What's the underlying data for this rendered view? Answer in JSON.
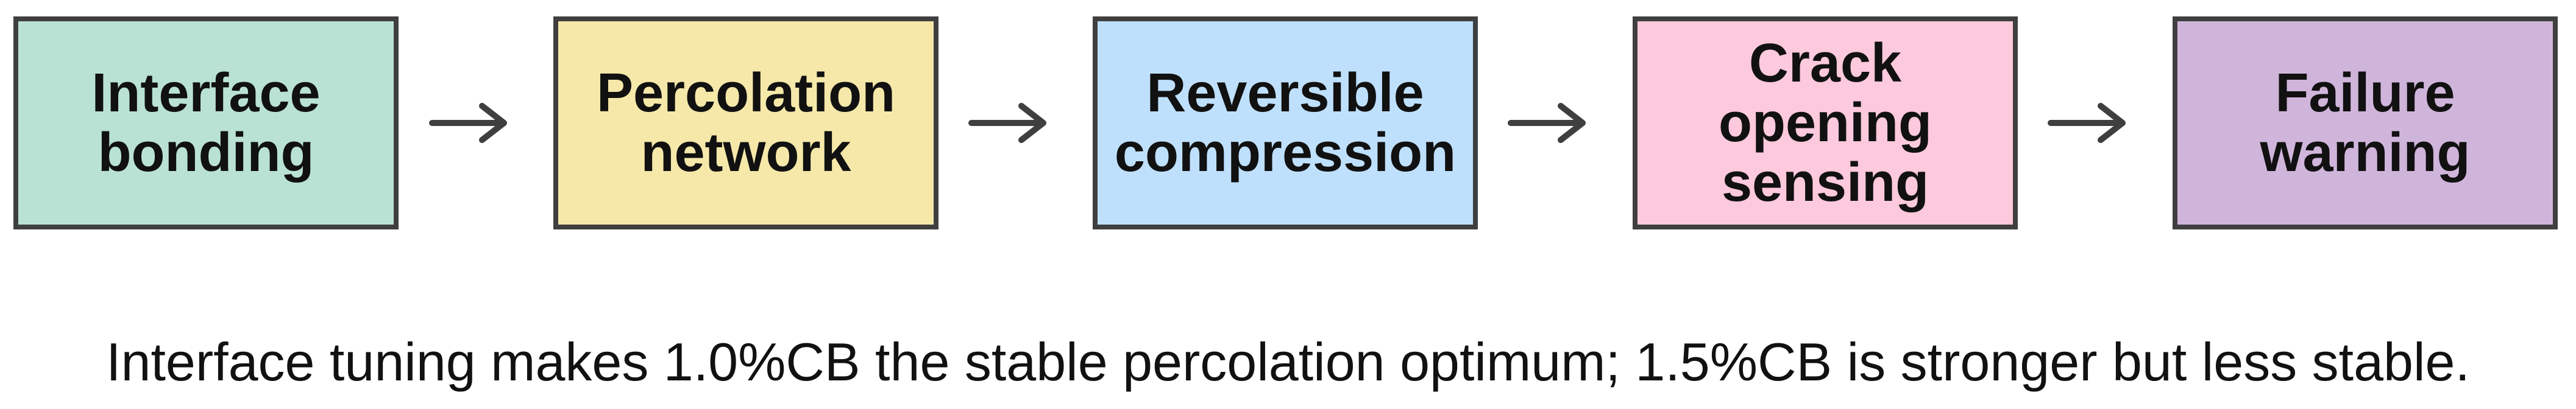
{
  "flow": {
    "steps": [
      {
        "label": "Interface\nbonding",
        "color": "#b9e2d4"
      },
      {
        "label": "Percolation\nnetwork",
        "color": "#f5e8a9"
      },
      {
        "label": "Reversible\ncompression",
        "color": "#bfe0fd"
      },
      {
        "label": "Crack opening\nsensing",
        "color": "#fdc9dc"
      },
      {
        "label": "Failure\nwarning",
        "color": "#d0b5db"
      }
    ],
    "border_color": "#3f3f3f",
    "arrow_color": "#3f3f3f",
    "arrow_icon": "arrow-right-icon"
  },
  "caption": "Interface tuning makes 1.0%CB the stable percolation optimum; 1.5%CB is stronger but less stable."
}
